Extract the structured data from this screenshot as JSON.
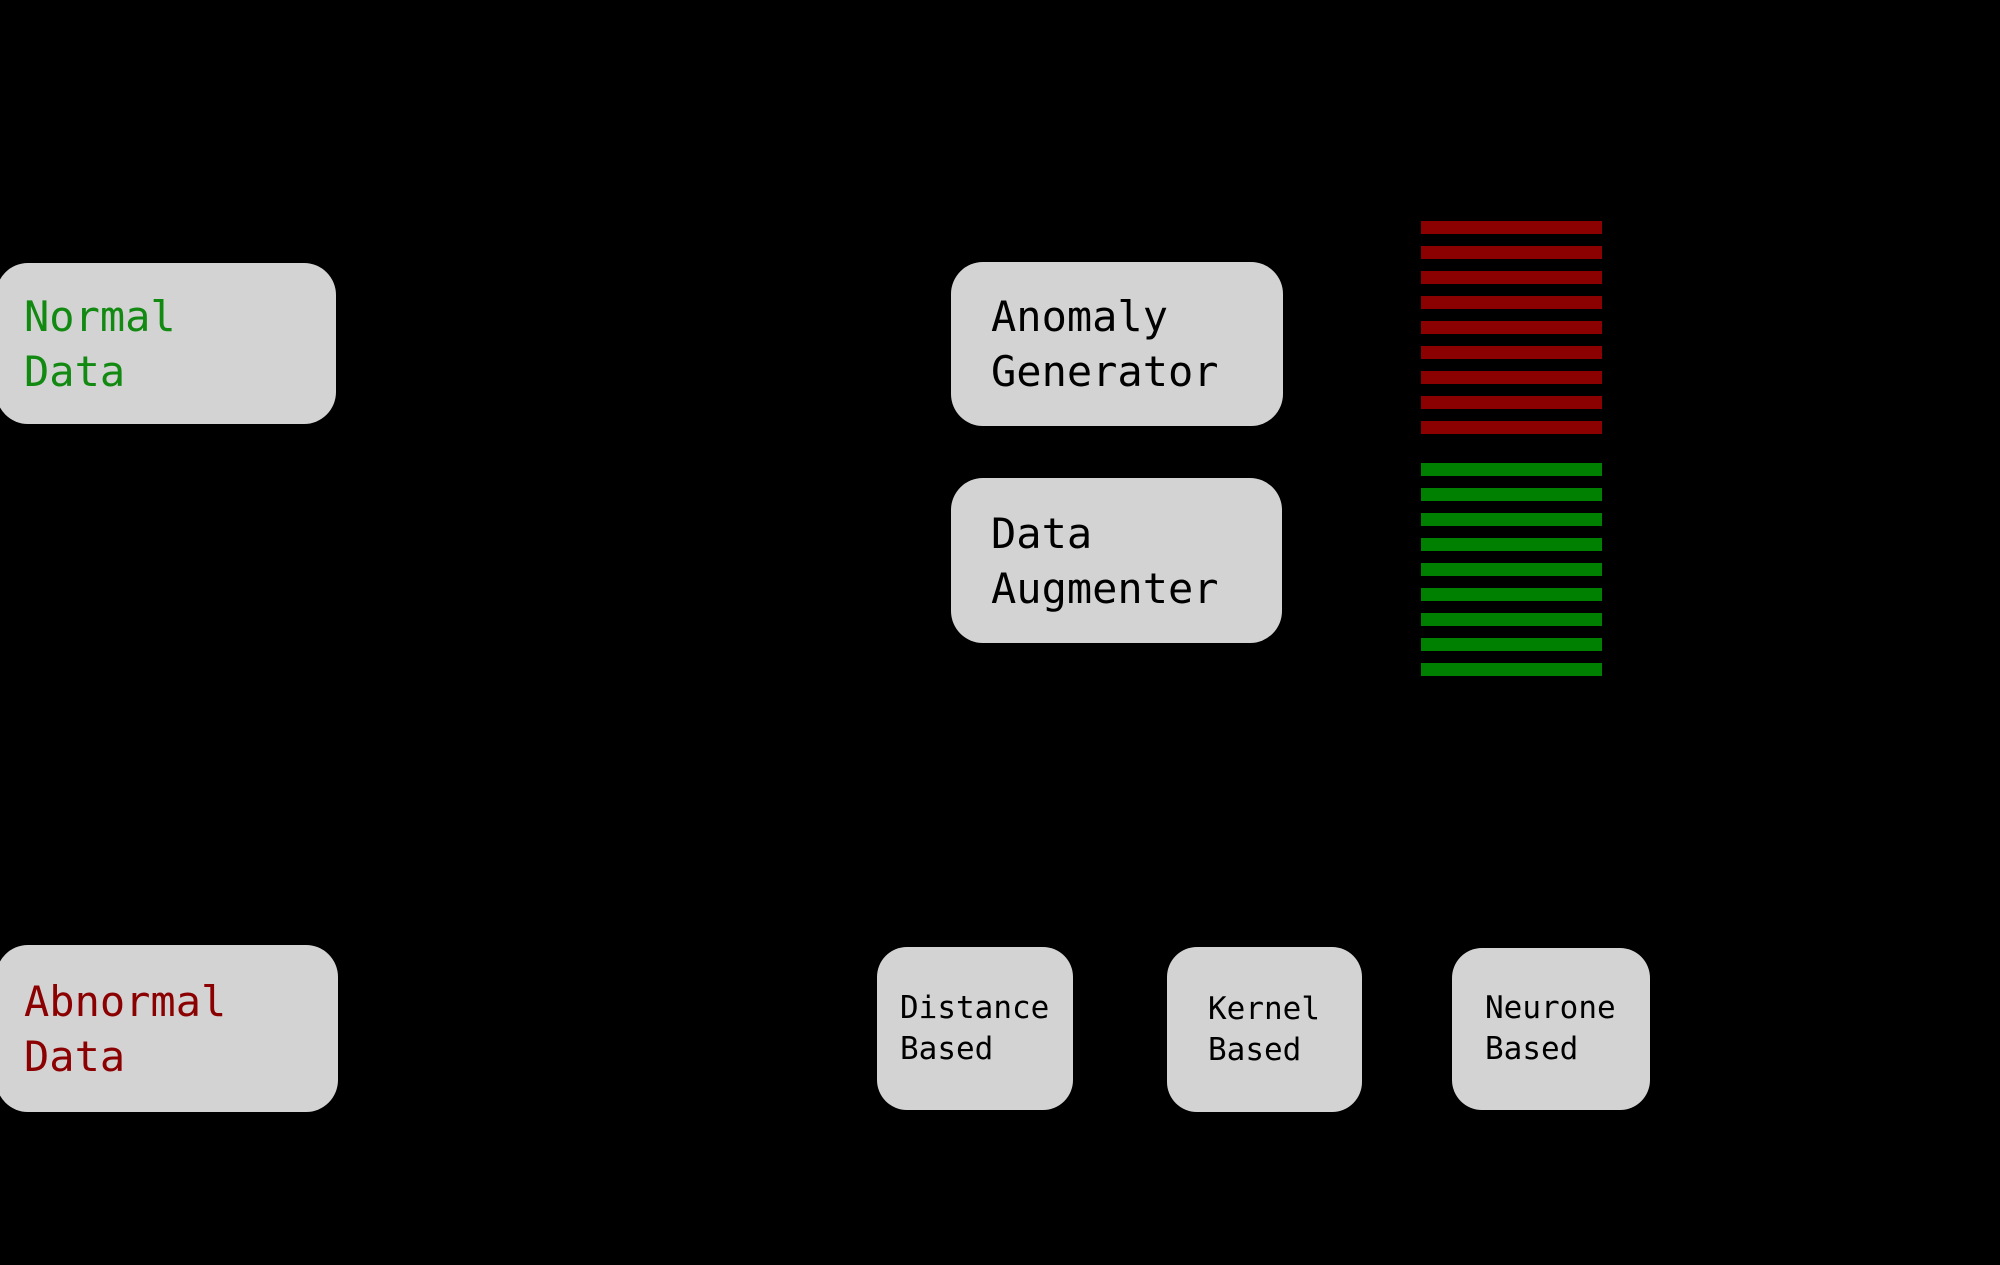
{
  "canvas": {
    "background": "#000000",
    "node_fill": "#d3d3d3"
  },
  "nodes": {
    "normal_data": {
      "line1": "Normal",
      "line2": "Data",
      "text_color": "#128a12"
    },
    "abnormal_data": {
      "line1": "Abnormal",
      "line2": "Data",
      "text_color": "#8b0000"
    },
    "anomaly_generator": {
      "line1": "Anomaly",
      "line2": "Generator",
      "text_color": "#000000"
    },
    "data_augmenter": {
      "line1": "Data",
      "line2": "Augmenter",
      "text_color": "#000000"
    },
    "distance_based": {
      "line1": "Distance",
      "line2": "Based",
      "text_color": "#000000"
    },
    "kernel_based": {
      "line1": "Kernel",
      "line2": "Based",
      "text_color": "#000000"
    },
    "neurone_based": {
      "line1": "Neurone",
      "line2": "Based",
      "text_color": "#000000"
    }
  },
  "stripe_stacks": {
    "abnormal_series": {
      "color": "#8b0000",
      "count": 9
    },
    "normal_series": {
      "color": "#008000",
      "count": 9
    }
  }
}
